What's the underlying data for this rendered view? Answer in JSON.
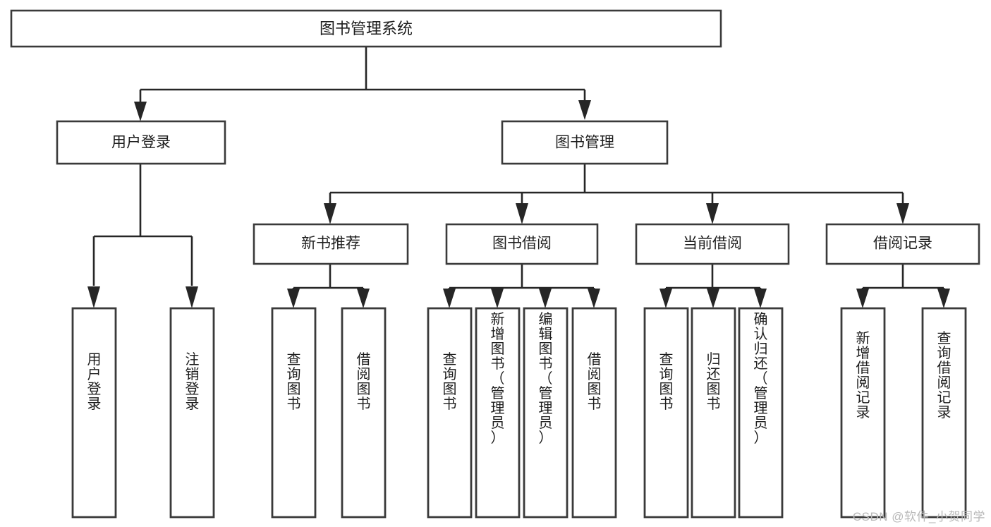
{
  "diagram": {
    "title": "图书管理系统",
    "type": "tree-hierarchy-diagram",
    "root": {
      "label": "图书管理系统"
    },
    "level1": [
      {
        "label": "用户登录"
      },
      {
        "label": "图书管理"
      }
    ],
    "level2": [
      {
        "label": "新书推荐",
        "parent": "图书管理"
      },
      {
        "label": "图书借阅",
        "parent": "图书管理"
      },
      {
        "label": "当前借阅",
        "parent": "图书管理"
      },
      {
        "label": "借阅记录",
        "parent": "图书管理"
      }
    ],
    "leaves": [
      {
        "label": "用户登录",
        "parent": "用户登录"
      },
      {
        "label": "注销登录",
        "parent": "用户登录"
      },
      {
        "label": "查询图书",
        "parent": "新书推荐"
      },
      {
        "label": "借阅图书",
        "parent": "新书推荐"
      },
      {
        "label": "查询图书",
        "parent": "图书借阅"
      },
      {
        "label": "新增图书（管理员）",
        "parent": "图书借阅"
      },
      {
        "label": "编辑图书（管理员）",
        "parent": "图书借阅"
      },
      {
        "label": "借阅图书",
        "parent": "图书借阅"
      },
      {
        "label": "查询图书",
        "parent": "当前借阅"
      },
      {
        "label": "归还图书",
        "parent": "当前借阅"
      },
      {
        "label": "确认归还（管理员）",
        "parent": "当前借阅"
      },
      {
        "label": "新增借阅记录",
        "parent": "借阅记录"
      },
      {
        "label": "查询借阅记录",
        "parent": "借阅记录"
      }
    ],
    "watermark": "CSDN @软件_小贺同学",
    "colors": {
      "box_stroke": "#3a3a3a",
      "connector": "#262626",
      "background": "#ffffff",
      "text": "#1d1d1d",
      "watermark": "#b9b9b9"
    }
  }
}
